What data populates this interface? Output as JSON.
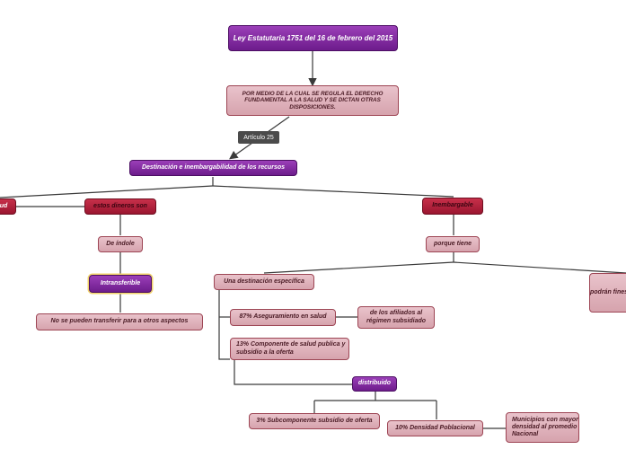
{
  "nodes": {
    "root": "Ley Estatutaria 1751 del 16 de febrero del 2015",
    "regula": "POR MEDIO DE LA CUAL SE REGULA EL DERECHO FUNDAMENTAL A LA SALUD Y SE DICTAN OTRAS DISPOSICIONES.",
    "articulo": "Artículo 25",
    "destinacion": "Destinación e inembargabilidad de los recursos",
    "salud_fragment": "ud",
    "estos_dineros": "estos dineros son",
    "inembargable": "Inembargable",
    "de_indole": "De índole",
    "porque_tiene": "porque tiene",
    "intransferible": "Intransferible",
    "no_transferir": "No se pueden transferir para a otros aspectos",
    "una_destinacion": "Una destinación específica",
    "podran_fragment": "podrán fines",
    "asegur": "87% Aseguramiento en salud",
    "afiliados": "de los afiliados al régimen subsidiado",
    "componente": "13% Componente de salud publica y subsidio a la oferta",
    "distribuido": "distribuido",
    "subcomponente": "3% Subcomponente subsidio de oferta",
    "densidad": "10% Densidad Poblacional",
    "municipios": "Municipios con mayor densidad al promedio Nacional"
  },
  "colors": {
    "pink": "#d9a9b2",
    "purple": "#7a259b",
    "red": "#b21f3a",
    "connector": "#3a3a3a"
  }
}
